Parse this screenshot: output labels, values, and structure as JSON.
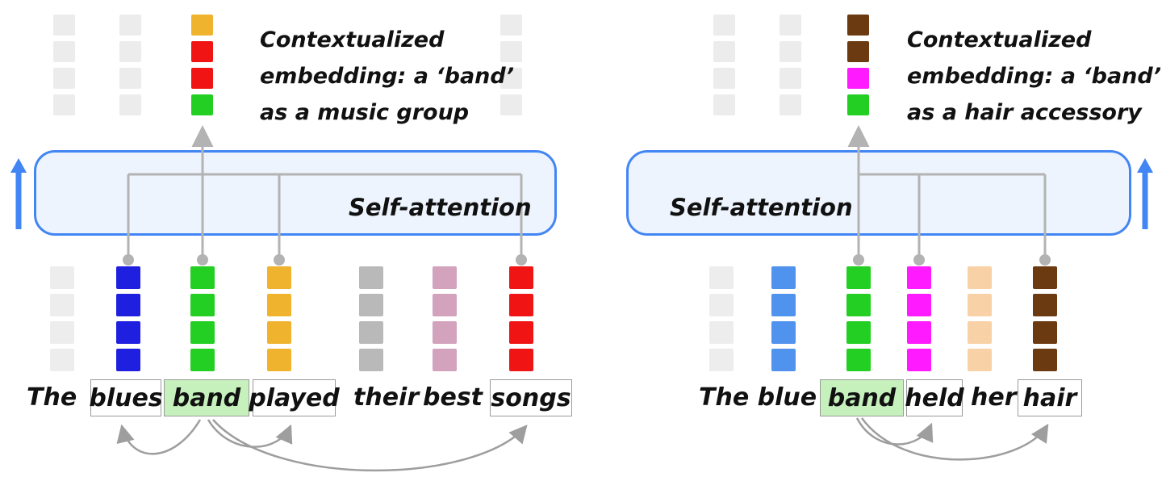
{
  "icons": {
    "up_arrow": "↑"
  },
  "colors": {
    "attention_fill": "#edf4fd",
    "attention_border": "#4285f4",
    "connector_gray": "#b3b3b3",
    "arrow_blue": "#4285f4",
    "ghost_gray": "#ececec",
    "highlight_green": "#c6f1bd"
  },
  "left": {
    "caption": {
      "line1": "Contextualized",
      "line2": "embedding: a ‘band’",
      "line3": "as a music group"
    },
    "attention_label": "Self-attention",
    "output_column": {
      "colors": [
        "#f0b32e",
        "#f01414",
        "#f01414",
        "#22cf22"
      ]
    },
    "top_ghost_columns": [
      {
        "color": "#ececec"
      },
      {
        "color": "#ececec"
      },
      {
        "color": "#ececec"
      }
    ],
    "input_columns": [
      {
        "token": "The",
        "color": "#ededed"
      },
      {
        "token": "blues",
        "color": "#1f1fe0"
      },
      {
        "token": "band",
        "color": "#22cf22"
      },
      {
        "token": "played",
        "color": "#f0b32e"
      },
      {
        "token": "their",
        "color": "#b9b9b9"
      },
      {
        "token": "best",
        "color": "#d3a2bd"
      },
      {
        "token": "songs",
        "color": "#f01414"
      }
    ],
    "words": [
      {
        "text": "The"
      },
      {
        "text": "blues"
      },
      {
        "text": "band"
      },
      {
        "text": "played"
      },
      {
        "text": "their"
      },
      {
        "text": "best"
      },
      {
        "text": "songs"
      }
    ]
  },
  "right": {
    "caption": {
      "line1": "Contextualized",
      "line2": "embedding: a ‘band’",
      "line3": "as a hair accessory"
    },
    "attention_label": "Self-attention",
    "output_column": {
      "colors": [
        "#6b3a10",
        "#6b3a10",
        "#ff1aff",
        "#22cf22"
      ]
    },
    "top_ghost_columns": [
      {
        "color": "#ececec"
      },
      {
        "color": "#ececec"
      }
    ],
    "input_columns": [
      {
        "token": "The",
        "color": "#ededed"
      },
      {
        "token": "blue",
        "color": "#4f93ef"
      },
      {
        "token": "band",
        "color": "#22cf22"
      },
      {
        "token": "held",
        "color": "#ff1aff"
      },
      {
        "token": "her",
        "color": "#f8d2a6"
      },
      {
        "token": "hair",
        "color": "#6b3a10"
      }
    ],
    "words": [
      {
        "text": "The blue"
      },
      {
        "text": "band"
      },
      {
        "text": "held"
      },
      {
        "text": "her"
      },
      {
        "text": "hair"
      }
    ]
  }
}
